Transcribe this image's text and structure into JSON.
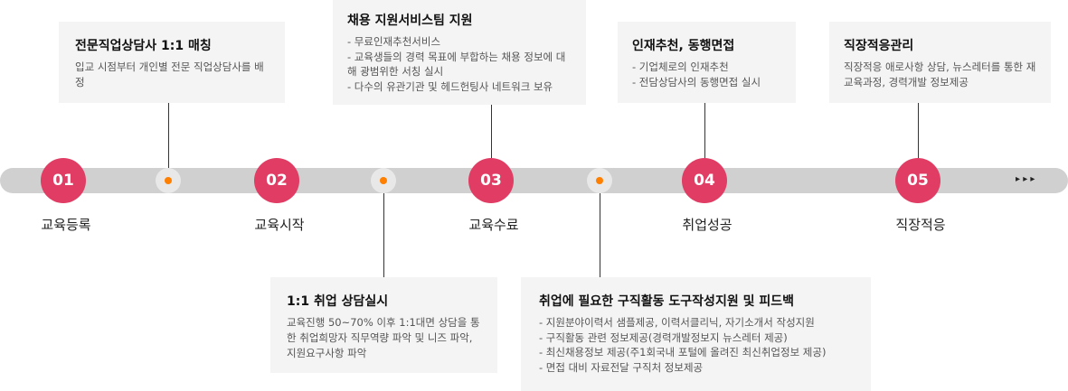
{
  "steps": [
    {
      "num": "01",
      "label": "교육등록"
    },
    {
      "num": "02",
      "label": "교육시작"
    },
    {
      "num": "03",
      "label": "교육수료"
    },
    {
      "num": "04",
      "label": "취업성공"
    },
    {
      "num": "05",
      "label": "직장적응"
    }
  ],
  "boxes": {
    "b1": {
      "title": "전문직업상담사 1:1 매칭",
      "desc": "입교 시점부터 개인별 전문 직업상담사를 배정"
    },
    "b2": {
      "title": "채용 지원서비스팀 지원",
      "items": [
        "- 무료인재추천서비스",
        "- 교육생들의 경력 목표에 부합하는 채용 정보에 대해 광범위한 서칭 실시",
        "- 다수의 유관기관 및 헤드헌팅사 네트워크 보유"
      ]
    },
    "b3": {
      "title": "인재추천, 동행면접",
      "items": [
        "- 기업체로의 인재추천",
        "- 전담상담사의 동행면접 실시"
      ]
    },
    "b4": {
      "title": "직장적응관리",
      "desc": "직장적응 애로사항 상담, 뉴스레터를 통한 재교육과정, 경력개발 정보제공"
    },
    "b5": {
      "title": "1:1 취업 상담실시",
      "desc": "교육진행 50~70% 이후 1:1대면 상담을 통한 취업희망자 직무역량 파악 및 니즈 파악, 지원요구사항 파악"
    },
    "b6": {
      "title": "취업에 필요한 구직활동 도구작성지원 및 피드백",
      "items": [
        "- 지원분야이력서 샘플제공, 이력서클리닉, 자기소개서 작성지원",
        "- 구직활동 관련 정보제공(경력개발정보지 뉴스레터 제공)",
        "- 최신채용정보 제공(주1회국내 포털에 올려진 최신취업정보 제공)",
        "- 면접 대비 자료전달 구직처 정보제공"
      ]
    }
  },
  "arrows": "▸ ▸ ▸"
}
